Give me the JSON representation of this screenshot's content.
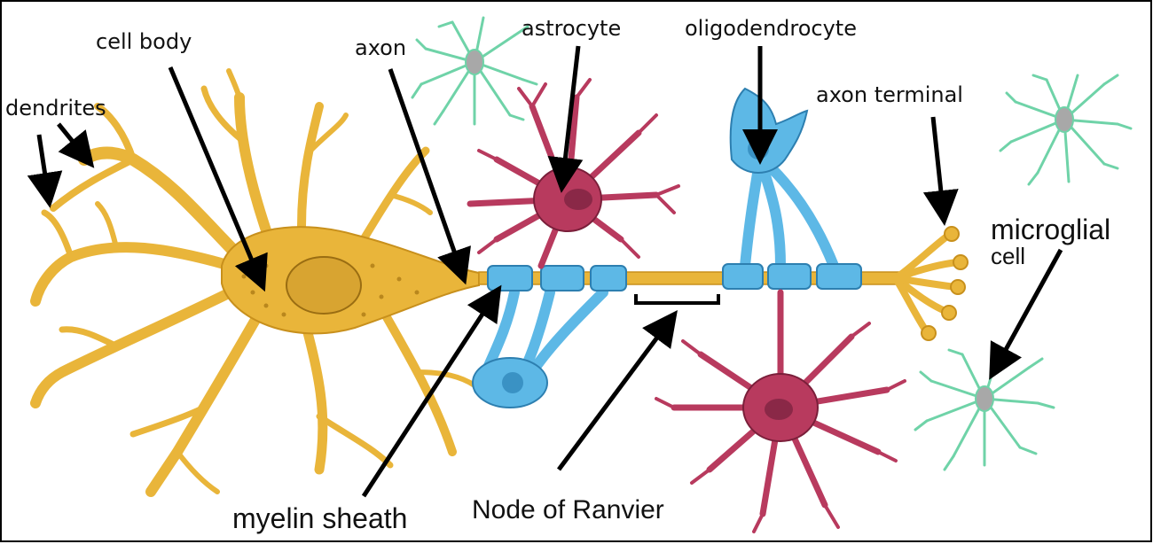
{
  "labels": {
    "dendrites": "dendrites",
    "cell_body": "cell body",
    "axon": "axon",
    "astrocyte": "astrocyte",
    "oligodendrocyte": "oligodendrocyte",
    "axon_terminal": "axon terminal",
    "microglial_line1": "microglial",
    "microglial_line2": "cell",
    "myelin_sheath": "myelin sheath",
    "node_of_ranvier": "Node of Ranvier"
  },
  "colors": {
    "neuron": "#e9b53a",
    "neuron_dark": "#c8901c",
    "myelin": "#5db8e6",
    "myelin_dark": "#2d7fb0",
    "astrocyte": "#b83a5e",
    "astrocyte_dark": "#7a1f3a",
    "microglia": "#6fd3a8",
    "microglia_nucleus": "#a8a8a8",
    "frame_border": "#000000"
  }
}
